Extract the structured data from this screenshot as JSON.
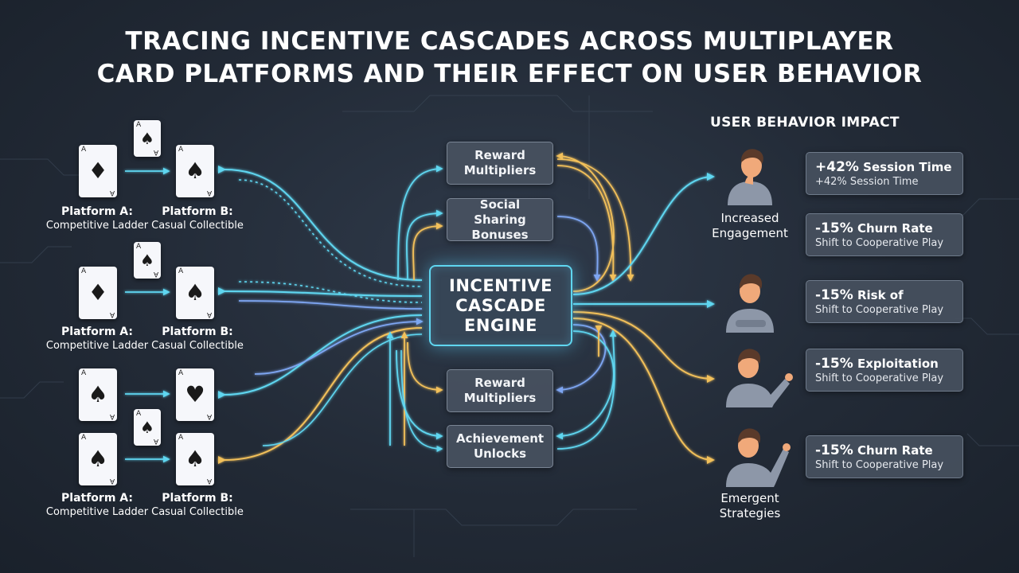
{
  "title": {
    "line1": "TRACING INCENTIVE CASCADES ACROSS MULTIPLAYER",
    "line2": "CARD PLATFORMS AND THEIR EFFECT ON USER BEHAVIOR"
  },
  "platform_groups": [
    {
      "a_title": "Platform A:",
      "a_sub": "Competitive Ladder",
      "b_title": "Platform B:",
      "b_sub": "Casual Collectible",
      "a_suit": "♦",
      "b_suit": "♠",
      "extra_suit": "♠"
    },
    {
      "a_title": "Platform A:",
      "a_sub": "Competitive Ladder",
      "b_title": "Platform B:",
      "b_sub": "Casual Collectible",
      "a_suit": "♦",
      "b_suit": "♠",
      "extra_suit": "♠"
    },
    {
      "a_title": "",
      "a_sub": "",
      "b_title": "",
      "b_sub": "",
      "a_suit": "♠",
      "b_suit": "♥",
      "extra_suit": "♠"
    },
    {
      "a_title": "Platform A:",
      "a_sub": "Competitive Ladder",
      "b_title": "Platform B:",
      "b_sub": "Casual Collectible",
      "a_suit": "♠",
      "b_suit": "♠"
    }
  ],
  "card_rank": "A",
  "mechanisms": [
    {
      "label": "Reward Multipliers"
    },
    {
      "label": "Social Sharing Bonuses"
    },
    {
      "label": "Reward Multipliers"
    },
    {
      "label": "Achievement Unlocks"
    }
  ],
  "engine": {
    "label": "INCENTIVE CASCADE ENGINE"
  },
  "impact": {
    "heading": "USER BEHAVIOR IMPACT",
    "metrics": [
      {
        "value": "+42%",
        "title": "Session Time",
        "subtitle": "+42% Session Time"
      },
      {
        "value": "-15%",
        "title": "Churn Rate",
        "subtitle": "Shift to Cooperative Play"
      },
      {
        "value": "-15%",
        "title": "Risk of",
        "subtitle": "Shift to Cooperative Play"
      },
      {
        "value": "-15%",
        "title": "Exploitation",
        "subtitle": "Shift to Cooperative Play"
      },
      {
        "value": "-15%",
        "title": "Churn Rate",
        "subtitle": "Shift to Cooperative Play"
      }
    ],
    "behaviors": [
      {
        "label": "Increased Engagement"
      },
      {
        "label": "Emergent Strategies"
      }
    ]
  },
  "colors": {
    "cyan": "#5fd6f0",
    "blue": "#7ea6f2",
    "gold": "#f2c05a",
    "person_skin": "#f0a97a",
    "person_hair": "#5a3a2a",
    "person_shirt": "#8d97a8"
  }
}
